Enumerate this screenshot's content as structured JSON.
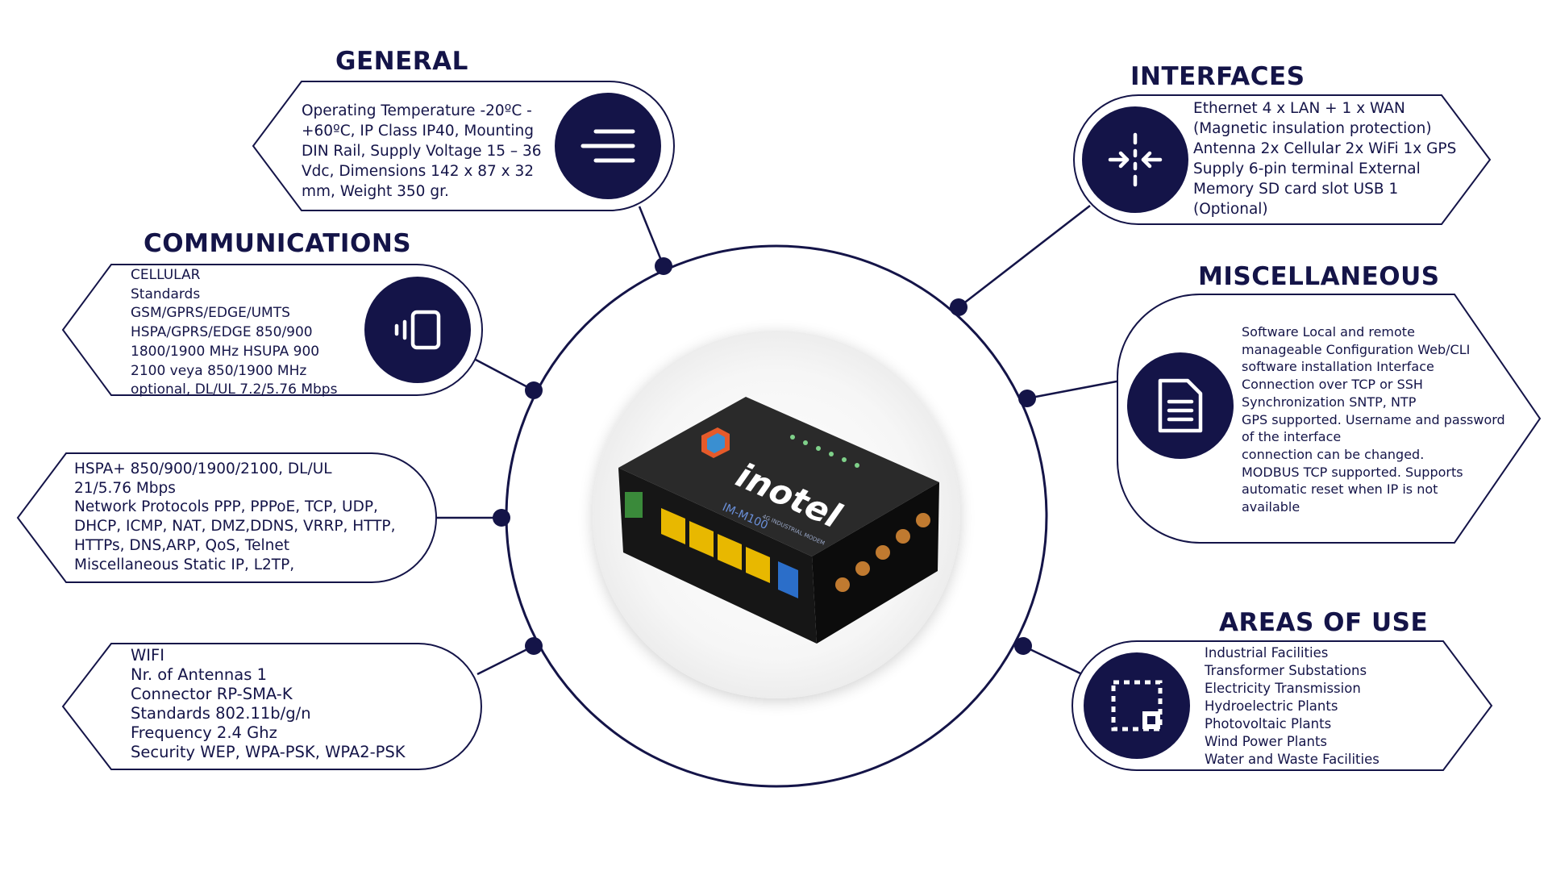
{
  "colors": {
    "navy": "#141448",
    "line": "#141448",
    "card_border": "#141448"
  },
  "general": {
    "heading": "GENERAL",
    "icon": "align-lines-icon",
    "text": "Operating Temperature -20ºC -\n+60ºC, IP Class IP40, Mounting\nDIN Rail, Supply Voltage 15 – 36\nVdc, Dimensions 142 x 87 x 32\nmm, Weight 350 gr."
  },
  "communications": {
    "heading": "COMMUNICATIONS",
    "icon": "phone-vibrate-icon",
    "text": "CELLULAR\nStandards\nGSM/GPRS/EDGE/UMTS\nHSPA/GPRS/EDGE 850/900\n1800/1900 MHz HSUPA 900\n2100 veya 850/1900 MHz\noptional, DL/UL 7.2/5.76 Mbps"
  },
  "protocols": {
    "text": "HSPA+ 850/900/1900/2100, DL/UL\n21/5.76 Mbps\nNetwork Protocols PPP, PPPoE, TCP, UDP,\nDHCP, ICMP, NAT, DMZ,DDNS, VRRP, HTTP,\nHTTPs, DNS,ARP, QoS, Telnet\nMiscellaneous Static IP, L2TP,"
  },
  "wifi": {
    "text": "WIFI\nNr. of Antennas 1\nConnector RP-SMA-K\nStandards 802.11b/g/n\nFrequency 2.4 Ghz\nSecurity WEP, WPA-PSK, WPA2-PSK"
  },
  "interfaces": {
    "heading": "INTERFACES",
    "icon": "collapse-arrows-icon",
    "text": "Ethernet 4 x LAN + 1 x WAN\n(Magnetic insulation protection)\nAntenna 2x Cellular 2x WiFi 1x GPS\nSupply 6-pin terminal External\nMemory SD card slot USB 1\n(Optional)"
  },
  "miscellaneous": {
    "heading": "MISCELLANEOUS",
    "icon": "document-icon",
    "text": "Software Local and remote\nmanageable Configuration Web/CLI\nsoftware installation Interface\nConnection over TCP or SSH\nSynchronization SNTP, NTP\nGPS supported. Username and password\nof the interface\nconnection can be changed.\nMODBUS TCP supported. Supports\nautomatic reset when IP is not\navailable"
  },
  "areas": {
    "heading": "AREAS OF USE",
    "icon": "selection-frame-icon",
    "text": "Industrial Facilities\nTransformer Substations\nElectricity Transmission\nHydroelectric Plants\nPhotovoltaic Plants\nWind Power Plants\nWater and Waste Facilities"
  },
  "device": {
    "brand": "inotel",
    "model": "IM-M100",
    "sublabel": "4G INDUSTRIAL MODEM",
    "image": "router-device-icon"
  }
}
